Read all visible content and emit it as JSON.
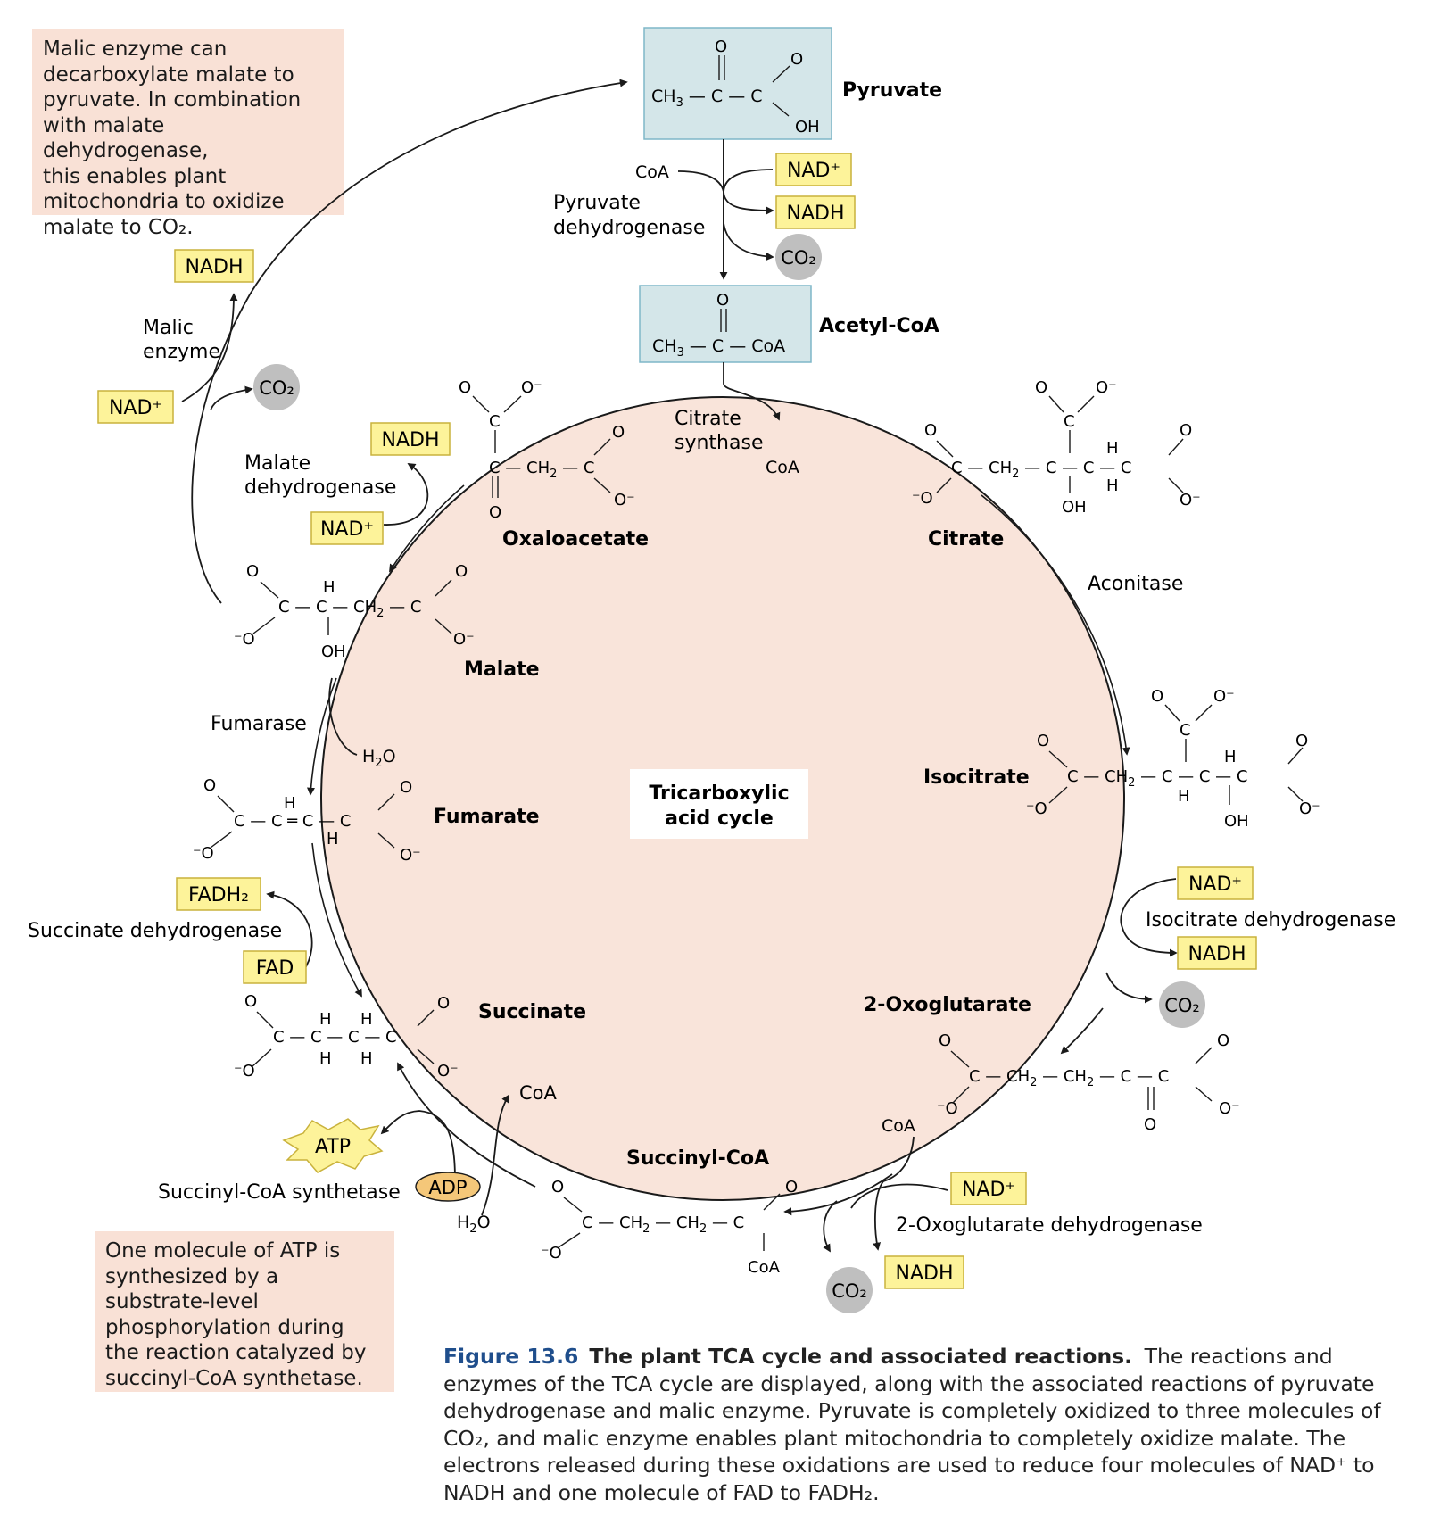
{
  "notes": {
    "malic": [
      "Malic enzyme can",
      "decarboxylate malate to",
      "pyruvate. In combination",
      "with malate dehydrogenase,",
      "this enables plant",
      "mitochondria to oxidize",
      "malate to CO₂."
    ],
    "atp": [
      "One molecule of ATP is",
      "synthesized by a",
      "substrate-level",
      "phosphorylation during",
      "the reaction catalyzed by",
      "succinyl-CoA synthetase."
    ]
  },
  "compounds": {
    "pyruvate": "Pyruvate",
    "acetyl_coa": "Acetyl-CoA",
    "oxaloacetate": "Oxaloacetate",
    "citrate": "Citrate",
    "isocitrate": "Isocitrate",
    "oxoglutarate": "2-Oxoglutarate",
    "succinyl_coa": "Succinyl-CoA",
    "succinate": "Succinate",
    "fumarate": "Fumarate",
    "malate": "Malate"
  },
  "center_label": [
    "Tricarboxylic",
    "acid cycle"
  ],
  "enzymes": {
    "pyruvate_dh": [
      "Pyruvate",
      "dehydrogenase"
    ],
    "citrate_synthase": [
      "Citrate",
      "synthase"
    ],
    "aconitase": "Aconitase",
    "isocitrate_dh": "Isocitrate dehydrogenase",
    "oxoglutarate_dh": "2-Oxoglutarate dehydrogenase",
    "succinyl_coa_synthetase": "Succinyl-CoA synthetase",
    "succinate_dh": "Succinate dehydrogenase",
    "fumarase": "Fumarase",
    "malate_dh": [
      "Malate",
      "dehydrogenase"
    ],
    "malic_enzyme": [
      "Malic",
      "enzyme"
    ]
  },
  "cofactors": {
    "nad": "NAD⁺",
    "nadh": "NADH",
    "co2": "CO₂",
    "fad": "FAD",
    "fadh2": "FADH₂",
    "atp": "ATP",
    "adp": "ADP",
    "coa": "CoA",
    "h2o": "H₂O"
  },
  "caption": {
    "figure": "Figure 13.6",
    "title": "The plant TCA cycle and associated reactions.",
    "body": "The reactions and enzymes of the TCA cycle are displayed, along with the associated reactions of pyruvate dehydrogenase and malic enzyme. Pyruvate is completely oxidized to three molecules of CO₂, and malic enzyme enables plant mitochondria to completely oxidize malate. The electrons released during these oxidations are used to reduce four molecules of NAD⁺ to NADH and one molecule of FAD to FADH₂."
  },
  "colors": {
    "cycle_fill": "#f9e4da",
    "note_fill": "#f9e1d6",
    "box_fill": "#d4e6e9",
    "box_stroke": "#7fb7c8",
    "tag_fill": "#fdf39a",
    "tag_stroke": "#c9b23c",
    "co2_fill": "#bfbfbf",
    "adp_fill": "#f4c779",
    "caption_accent": "#1f4e8c"
  }
}
